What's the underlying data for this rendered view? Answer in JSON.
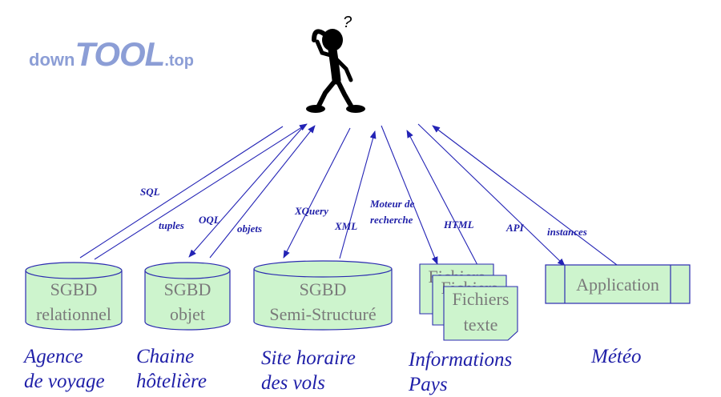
{
  "logo": {
    "part1": "down",
    "part2": "TOOL",
    "part3": ".top"
  },
  "person": {
    "question_mark": "?"
  },
  "arrow_labels": {
    "sql": "SQL",
    "tuples": "tuples",
    "oql": "OQL",
    "objets": "objets",
    "xquery": "XQuery",
    "xml": "XML",
    "moteur_line1": "Moteur de",
    "moteur_line2": "recherche",
    "html": "HTML",
    "api": "API",
    "instances": "instances"
  },
  "sources": {
    "relational": {
      "line1": "SGBD",
      "line2": "relationnel"
    },
    "object": {
      "line1": "SGBD",
      "line2": "objet"
    },
    "semi": {
      "line1": "SGBD",
      "line2": "Semi-Structuré"
    },
    "files": {
      "back": "Fichiers",
      "middle": "Fichiers",
      "front_line1": "Fichiers",
      "front_line2": "texte"
    },
    "application": {
      "label": "Application"
    }
  },
  "captions": {
    "agence": {
      "line1": "Agence",
      "line2": "de voyage"
    },
    "chaine": {
      "line1": "Chaine",
      "line2": "hôtelière"
    },
    "site": {
      "line1": "Site horaire",
      "line2": "des vols"
    },
    "informations": {
      "line1": "Informations",
      "line2": "Pays"
    },
    "meteo": {
      "line1": "Météo"
    }
  },
  "colors": {
    "arrow": "#2323b5",
    "shape_fill": "#cdf4cd",
    "shape_stroke": "#2b2bb0",
    "shape_text": "#7a7a7a",
    "caption": "#1f1fa8",
    "logo": "#8c9ed6"
  }
}
